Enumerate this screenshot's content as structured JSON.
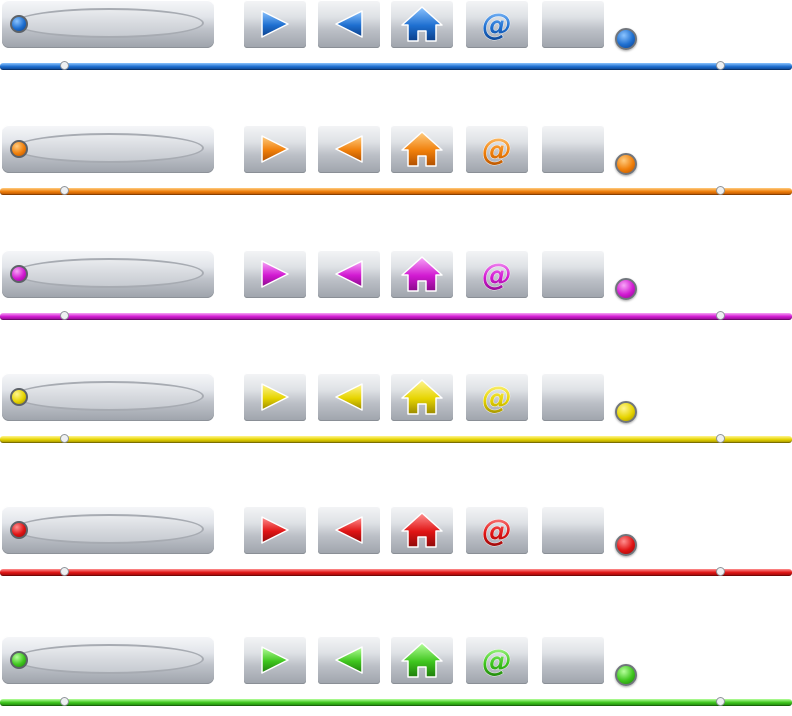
{
  "button_kit": {
    "rows": [
      {
        "theme": "blue",
        "accent": "#1e6fd0",
        "light": "#8cc4ff",
        "dark": "#0b3f8a"
      },
      {
        "theme": "orange",
        "accent": "#f07f0a",
        "light": "#ffcc80",
        "dark": "#b04f00"
      },
      {
        "theme": "magenta",
        "accent": "#d21ad2",
        "light": "#f7a6f7",
        "dark": "#8a0a8a"
      },
      {
        "theme": "yellow",
        "accent": "#e6d400",
        "light": "#fff58f",
        "dark": "#9b8a00"
      },
      {
        "theme": "red",
        "accent": "#e01414",
        "light": "#ff9090",
        "dark": "#8f0a0a"
      },
      {
        "theme": "green",
        "accent": "#3fc61e",
        "light": "#b6ff9c",
        "dark": "#1f7d0c"
      }
    ],
    "icons": {
      "next": "play-right-icon",
      "prev": "play-left-icon",
      "home": "home-icon",
      "mail": "at-sign-icon"
    },
    "mail_glyph": "@"
  }
}
